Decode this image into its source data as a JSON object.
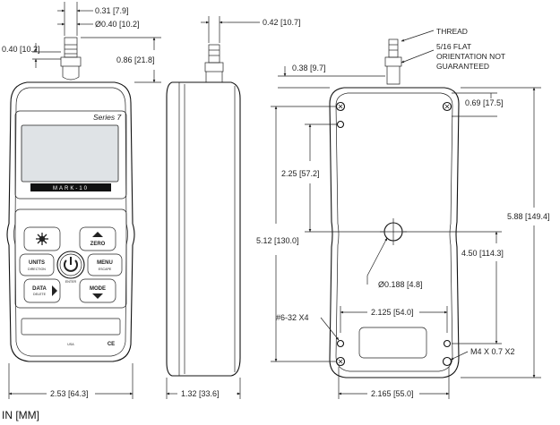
{
  "front": {
    "series_label": "Series 7",
    "logo_text": "MARK-10",
    "buttons": {
      "zero": "ZERO",
      "units": "UNITS",
      "units_sub": "DIRECTION",
      "menu": "MENU",
      "menu_sub": "ESCAPE",
      "enter": "ENTER",
      "data": "DATA",
      "data_sub": "DELETE",
      "mode": "MODE"
    },
    "footer_usa": "USA",
    "footer_ce": "CE"
  },
  "dimensions": {
    "front_top_offset": "0.31 [7.9]",
    "front_stem_dia": "Ø0.40 [10.2]",
    "front_stem_width": "0.40 [10.2]",
    "front_stem_height": "0.86 [21.8]",
    "front_width": "2.53 [64.3]",
    "side_stem_offset": "0.42 [10.7]",
    "side_depth": "1.32 [33.6]",
    "back_top_offset": "0.38 [9.7]",
    "back_hole_inset": "0.69 [17.5]",
    "back_upper_height": "2.25 [57.2]",
    "back_total_hole_span": "5.12 [130.0]",
    "back_overall_height": "5.88 [149.4]",
    "back_lower_height": "4.50 [114.3]",
    "back_center_hole": "Ø0.188 [4.8]",
    "back_screw_x4": "#6-32 X4",
    "back_screw_x2": "M4 X 0.7 X2",
    "back_inner_width": "2.125 [54.0]",
    "back_overall_width": "2.165 [55.0]"
  },
  "notes": {
    "thread": "THREAD",
    "flat_line1": "5/16 FLAT",
    "flat_line2": "ORIENTATION NOT",
    "flat_line3": "GUARANTEED"
  },
  "units_label": "IN [MM]"
}
